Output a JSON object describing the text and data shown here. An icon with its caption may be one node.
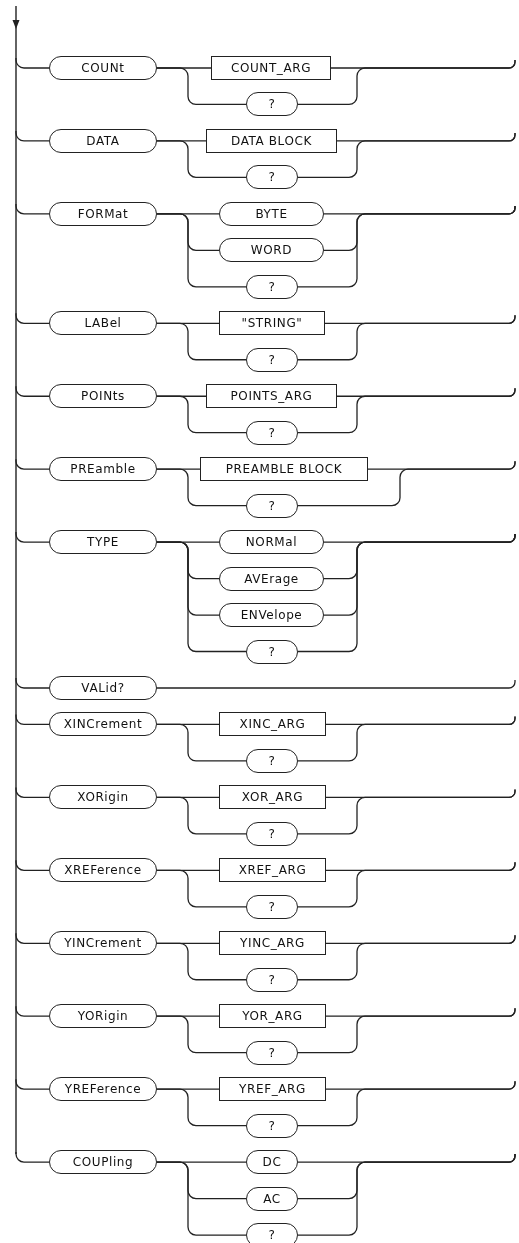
{
  "diagram": {
    "nodes": [
      {
        "text": [
          "COUNt"
        ]
      },
      {
        "text": [
          "COUNT_ARG"
        ]
      },
      {
        "text": [
          "?"
        ]
      },
      {
        "text": [
          "DATA"
        ]
      },
      {
        "text": [
          "DATA BLOCK"
        ]
      },
      {
        "text": [
          "?"
        ]
      },
      {
        "text": [
          "FORMat"
        ]
      },
      {
        "text": [
          "BYTE"
        ]
      },
      {
        "text": [
          "WORD"
        ]
      },
      {
        "text": [
          "?"
        ]
      },
      {
        "text": [
          "LABel"
        ]
      },
      {
        "text": [
          "\"STRING\""
        ]
      },
      {
        "text": [
          "?"
        ]
      },
      {
        "text": [
          "POINts"
        ]
      },
      {
        "text": [
          "POINTS_ARG"
        ]
      },
      {
        "text": [
          "?"
        ]
      },
      {
        "text": [
          "PREamble"
        ]
      },
      {
        "text": [
          "PREAMBLE BLOCK"
        ]
      },
      {
        "text": [
          "?"
        ]
      },
      {
        "text": [
          "TYPE"
        ]
      },
      {
        "text": [
          "NORMal"
        ]
      },
      {
        "text": [
          "AVErage"
        ]
      },
      {
        "text": [
          "ENVelope"
        ]
      },
      {
        "text": [
          "?"
        ]
      },
      {
        "text": [
          "VALid?"
        ]
      },
      {
        "text": [
          "XINCrement"
        ]
      },
      {
        "text": [
          "XINC_ARG"
        ]
      },
      {
        "text": [
          "?"
        ]
      },
      {
        "text": [
          "XORigin"
        ]
      },
      {
        "text": [
          "XOR_ARG"
        ]
      },
      {
        "text": [
          "?"
        ]
      },
      {
        "text": [
          "XREFerence"
        ]
      },
      {
        "text": [
          "XREF_ARG"
        ]
      },
      {
        "text": [
          "?"
        ]
      },
      {
        "text": [
          "YINCrement"
        ]
      },
      {
        "text": [
          "YINC_ARG"
        ]
      },
      {
        "text": [
          "?"
        ]
      },
      {
        "text": [
          "YORigin"
        ]
      },
      {
        "text": [
          "YOR_ARG"
        ]
      },
      {
        "text": [
          "?"
        ]
      },
      {
        "text": [
          "YREFerence"
        ]
      },
      {
        "text": [
          "YREF_ARG"
        ]
      },
      {
        "text": [
          "?"
        ]
      },
      {
        "text": [
          "COUPling"
        ]
      },
      {
        "text": [
          "DC"
        ]
      },
      {
        "text": [
          "AC"
        ]
      },
      {
        "text": [
          "?"
        ]
      }
    ],
    "edges": [
      {
        "from": null,
        "to": 0,
        "arrow": "none"
      },
      {
        "from": 0,
        "to": 1,
        "arrow": "none"
      },
      {
        "from": 0,
        "to": 2,
        "arrow": "none"
      },
      {
        "from": 1,
        "to": null,
        "arrow": "none"
      },
      {
        "from": 2,
        "to": null,
        "arrow": "none"
      },
      {
        "from": null,
        "to": 3,
        "arrow": "none"
      },
      {
        "from": 3,
        "to": 4,
        "arrow": "none"
      },
      {
        "from": 3,
        "to": 5,
        "arrow": "none"
      },
      {
        "from": 4,
        "to": null,
        "arrow": "none"
      },
      {
        "from": 5,
        "to": null,
        "arrow": "none"
      },
      {
        "from": null,
        "to": 6,
        "arrow": "none"
      },
      {
        "from": 6,
        "to": 7,
        "arrow": "none"
      },
      {
        "from": 6,
        "to": 8,
        "arrow": "none"
      },
      {
        "from": 6,
        "to": 9,
        "arrow": "none"
      },
      {
        "from": 7,
        "to": null,
        "arrow": "none"
      },
      {
        "from": 8,
        "to": null,
        "arrow": "none"
      },
      {
        "from": 9,
        "to": null,
        "arrow": "none"
      },
      {
        "from": null,
        "to": 10,
        "arrow": "none"
      },
      {
        "from": 10,
        "to": 11,
        "arrow": "none"
      },
      {
        "from": 10,
        "to": 12,
        "arrow": "none"
      },
      {
        "from": 11,
        "to": null,
        "arrow": "none"
      },
      {
        "from": 12,
        "to": null,
        "arrow": "none"
      },
      {
        "from": null,
        "to": 13,
        "arrow": "none"
      },
      {
        "from": 13,
        "to": 14,
        "arrow": "none"
      },
      {
        "from": 13,
        "to": 15,
        "arrow": "none"
      },
      {
        "from": 14,
        "to": null,
        "arrow": "none"
      },
      {
        "from": 15,
        "to": null,
        "arrow": "none"
      },
      {
        "from": null,
        "to": 16,
        "arrow": "none"
      },
      {
        "from": 16,
        "to": 17,
        "arrow": "none"
      },
      {
        "from": 16,
        "to": 18,
        "arrow": "none"
      },
      {
        "from": 17,
        "to": null,
        "arrow": "none"
      },
      {
        "from": 18,
        "to": null,
        "arrow": "none"
      },
      {
        "from": null,
        "to": 19,
        "arrow": "none"
      },
      {
        "from": 19,
        "to": 20,
        "arrow": "none"
      },
      {
        "from": 19,
        "to": 21,
        "arrow": "none"
      },
      {
        "from": 19,
        "to": 22,
        "arrow": "none"
      },
      {
        "from": 19,
        "to": 23,
        "arrow": "none"
      },
      {
        "from": 20,
        "to": null,
        "arrow": "none"
      },
      {
        "from": 21,
        "to": null,
        "arrow": "none"
      },
      {
        "from": 22,
        "to": null,
        "arrow": "none"
      },
      {
        "from": 23,
        "to": null,
        "arrow": "none"
      },
      {
        "from": null,
        "to": 24,
        "arrow": "none"
      },
      {
        "from": 24,
        "to": null,
        "arrow": "none"
      },
      {
        "from": null,
        "to": 25,
        "arrow": "none"
      },
      {
        "from": 25,
        "to": 26,
        "arrow": "none"
      },
      {
        "from": 25,
        "to": 27,
        "arrow": "none"
      },
      {
        "from": 26,
        "to": null,
        "arrow": "none"
      },
      {
        "from": 27,
        "to": null,
        "arrow": "none"
      },
      {
        "from": null,
        "to": 28,
        "arrow": "none"
      },
      {
        "from": 28,
        "to": 29,
        "arrow": "none"
      },
      {
        "from": 28,
        "to": 30,
        "arrow": "none"
      },
      {
        "from": 29,
        "to": null,
        "arrow": "none"
      },
      {
        "from": 30,
        "to": null,
        "arrow": "none"
      },
      {
        "from": null,
        "to": 31,
        "arrow": "none"
      },
      {
        "from": 31,
        "to": 32,
        "arrow": "none"
      },
      {
        "from": 31,
        "to": 33,
        "arrow": "none"
      },
      {
        "from": 32,
        "to": null,
        "arrow": "none"
      },
      {
        "from": 33,
        "to": null,
        "arrow": "none"
      },
      {
        "from": null,
        "to": 34,
        "arrow": "none"
      },
      {
        "from": 34,
        "to": 35,
        "arrow": "none"
      },
      {
        "from": 34,
        "to": 36,
        "arrow": "none"
      },
      {
        "from": 35,
        "to": null,
        "arrow": "none"
      },
      {
        "from": 36,
        "to": null,
        "arrow": "none"
      },
      {
        "from": null,
        "to": 37,
        "arrow": "none"
      },
      {
        "from": 37,
        "to": 38,
        "arrow": "none"
      },
      {
        "from": 37,
        "to": 39,
        "arrow": "none"
      },
      {
        "from": 38,
        "to": null,
        "arrow": "none"
      },
      {
        "from": 39,
        "to": null,
        "arrow": "none"
      },
      {
        "from": null,
        "to": 40,
        "arrow": "none"
      },
      {
        "from": 40,
        "to": 41,
        "arrow": "none"
      },
      {
        "from": 40,
        "to": 42,
        "arrow": "none"
      },
      {
        "from": 41,
        "to": null,
        "arrow": "none"
      },
      {
        "from": 42,
        "to": null,
        "arrow": "none"
      },
      {
        "from": null,
        "to": 43,
        "arrow": "none"
      },
      {
        "from": 43,
        "to": 44,
        "arrow": "none"
      },
      {
        "from": 43,
        "to": 45,
        "arrow": "none"
      },
      {
        "from": 43,
        "to": 46,
        "arrow": "none"
      },
      {
        "from": 44,
        "to": null,
        "arrow": "none"
      },
      {
        "from": 45,
        "to": null,
        "arrow": "none"
      },
      {
        "from": 46,
        "to": null,
        "arrow": "none"
      }
    ]
  }
}
